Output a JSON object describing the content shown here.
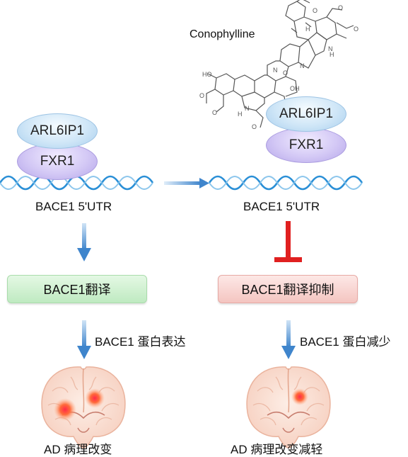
{
  "compound": {
    "name": "Conophylline"
  },
  "left": {
    "protein_top": "ARL6IP1",
    "protein_bottom": "FXR1",
    "mrna_label": "BACE1 5'UTR",
    "box_label": "BACE1翻译",
    "step_label": "BACE1 蛋白表达",
    "outcome_label": "AD 病理改变"
  },
  "right": {
    "protein_top": "ARL6IP1",
    "protein_bottom": "FXR1",
    "mrna_label": "BACE1 5'UTR",
    "box_label": "BACE1翻译抑制",
    "step_label": "BACE1 蛋白减少",
    "outcome_label": "AD 病理改变减轻"
  },
  "colors": {
    "arrow_blue": "#4f8fd0",
    "inhibit_red": "#e02020",
    "mrna_blue": "#2a8fd6",
    "box_green": "#bfeac1",
    "box_red": "#f4c5c1"
  }
}
